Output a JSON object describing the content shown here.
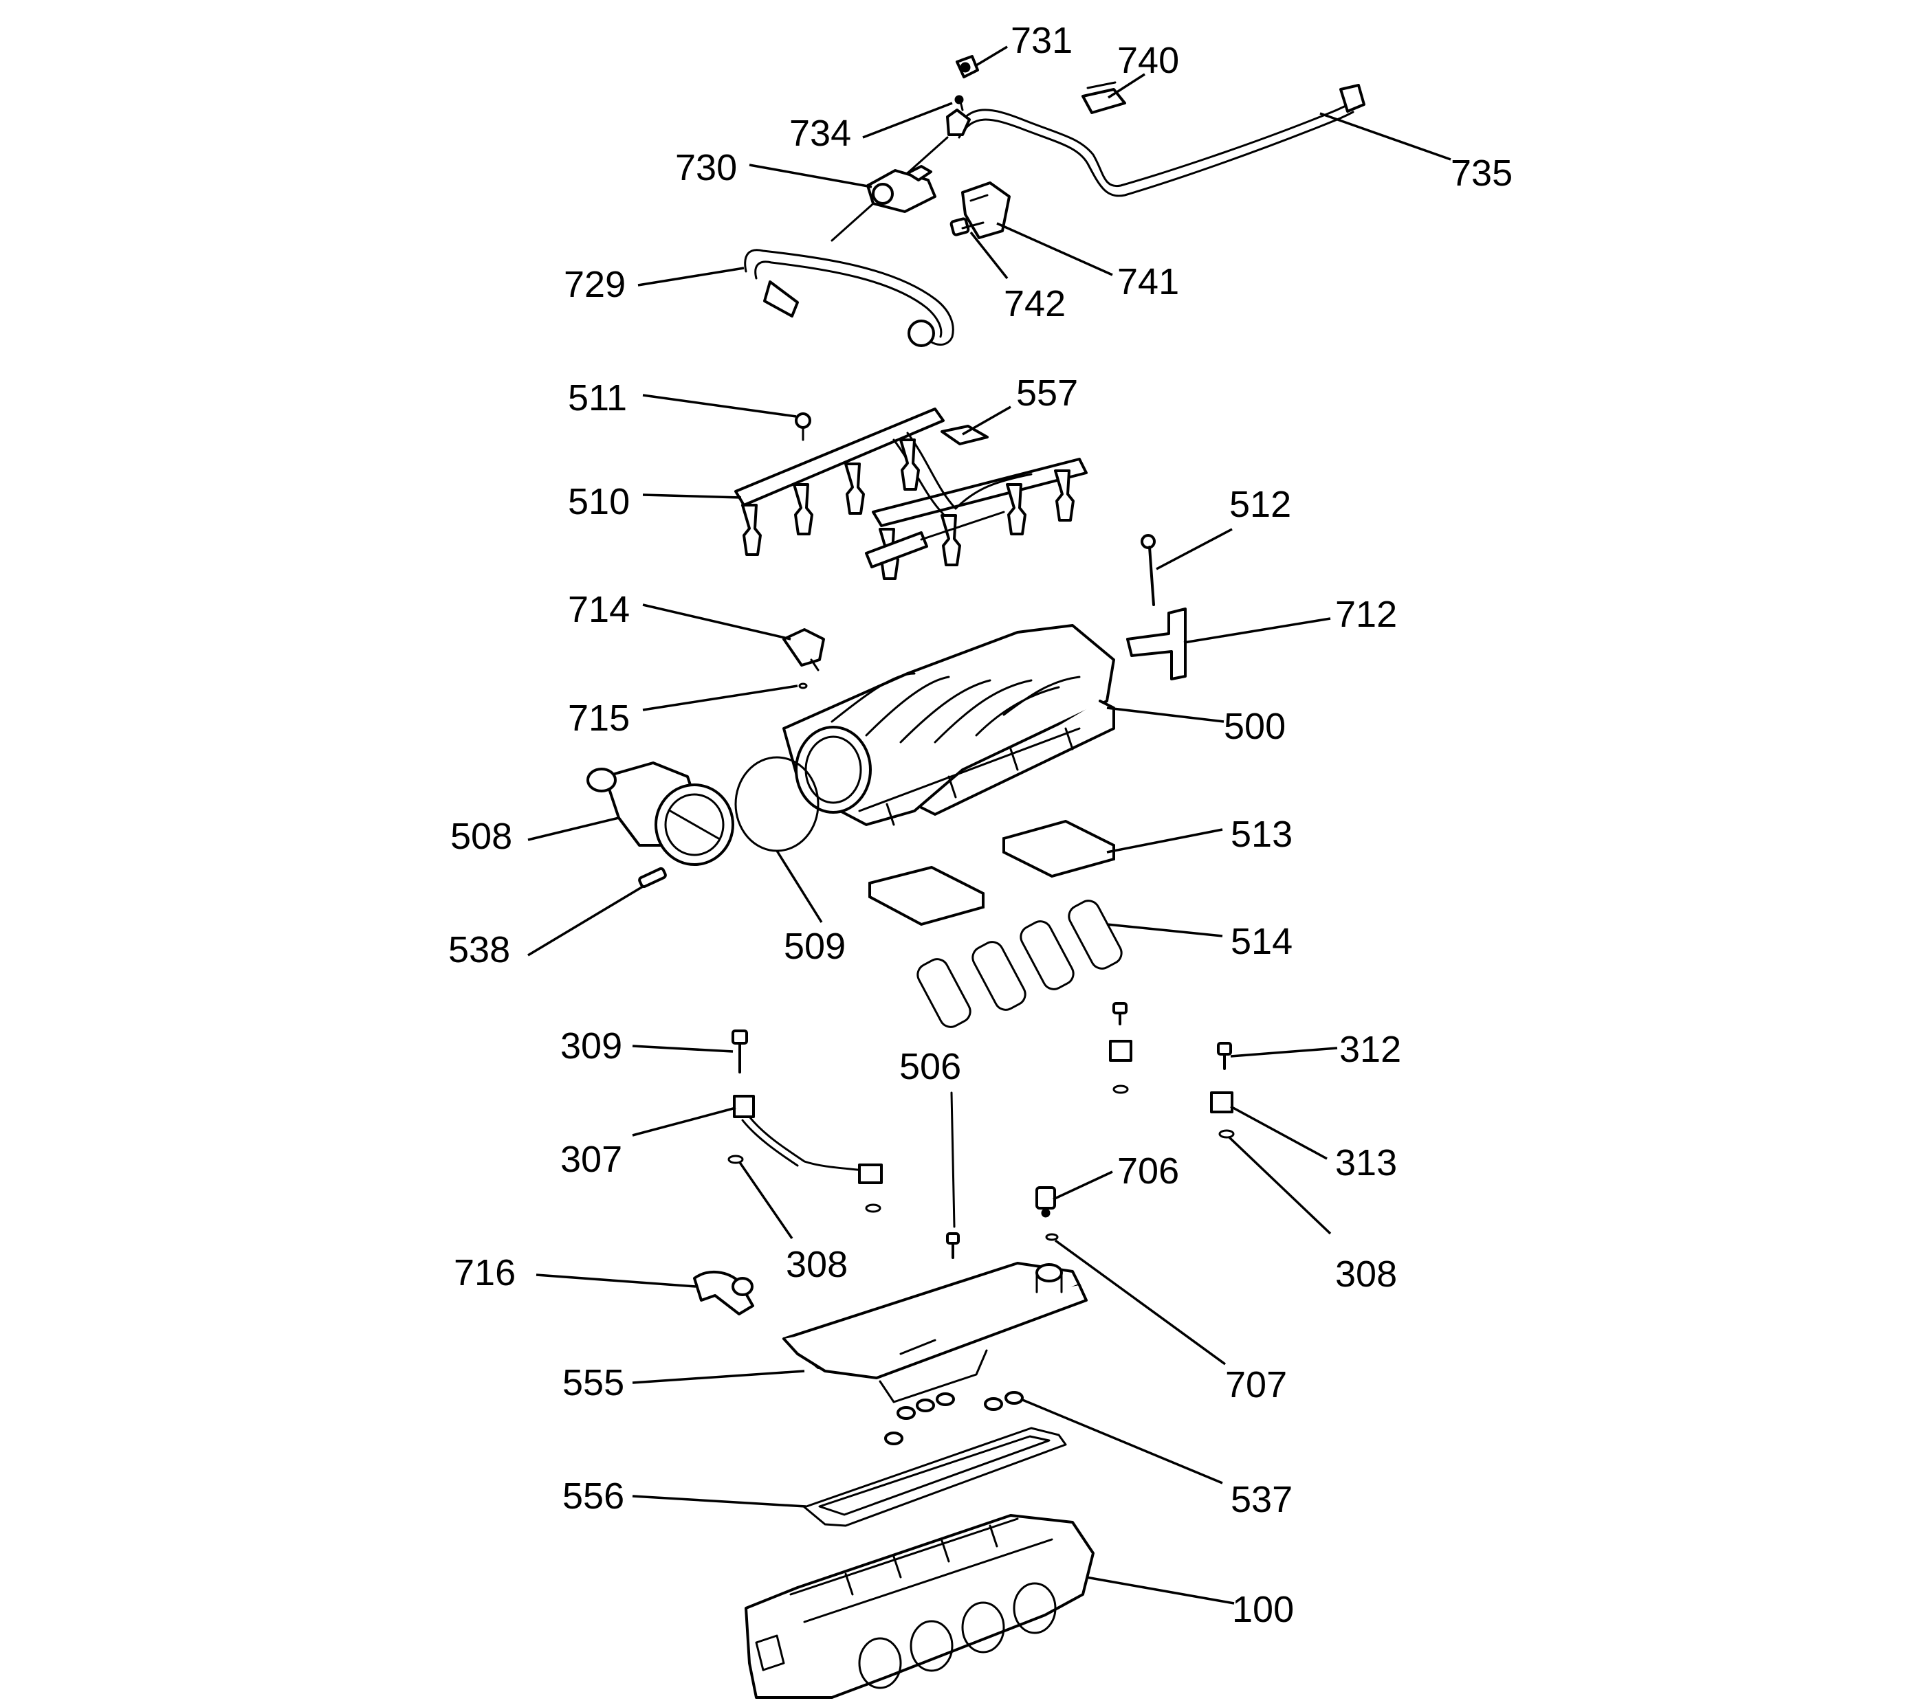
{
  "diagram": {
    "callouts": [
      {
        "id": "731",
        "label": "731"
      },
      {
        "id": "740",
        "label": "740"
      },
      {
        "id": "734",
        "label": "734"
      },
      {
        "id": "735",
        "label": "735"
      },
      {
        "id": "730",
        "label": "730"
      },
      {
        "id": "741",
        "label": "741"
      },
      {
        "id": "742",
        "label": "742"
      },
      {
        "id": "729",
        "label": "729"
      },
      {
        "id": "511",
        "label": "511"
      },
      {
        "id": "557",
        "label": "557"
      },
      {
        "id": "510",
        "label": "510"
      },
      {
        "id": "512",
        "label": "512"
      },
      {
        "id": "714",
        "label": "714"
      },
      {
        "id": "712",
        "label": "712"
      },
      {
        "id": "715",
        "label": "715"
      },
      {
        "id": "500",
        "label": "500"
      },
      {
        "id": "508",
        "label": "508"
      },
      {
        "id": "513",
        "label": "513"
      },
      {
        "id": "538",
        "label": "538"
      },
      {
        "id": "509",
        "label": "509"
      },
      {
        "id": "514",
        "label": "514"
      },
      {
        "id": "309",
        "label": "309"
      },
      {
        "id": "506",
        "label": "506"
      },
      {
        "id": "312",
        "label": "312"
      },
      {
        "id": "307",
        "label": "307"
      },
      {
        "id": "706",
        "label": "706"
      },
      {
        "id": "313",
        "label": "313"
      },
      {
        "id": "308a",
        "label": "308"
      },
      {
        "id": "308b",
        "label": "308"
      },
      {
        "id": "716",
        "label": "716"
      },
      {
        "id": "707",
        "label": "707"
      },
      {
        "id": "555",
        "label": "555"
      },
      {
        "id": "537",
        "label": "537"
      },
      {
        "id": "556",
        "label": "556"
      },
      {
        "id": "100",
        "label": "100"
      }
    ]
  }
}
